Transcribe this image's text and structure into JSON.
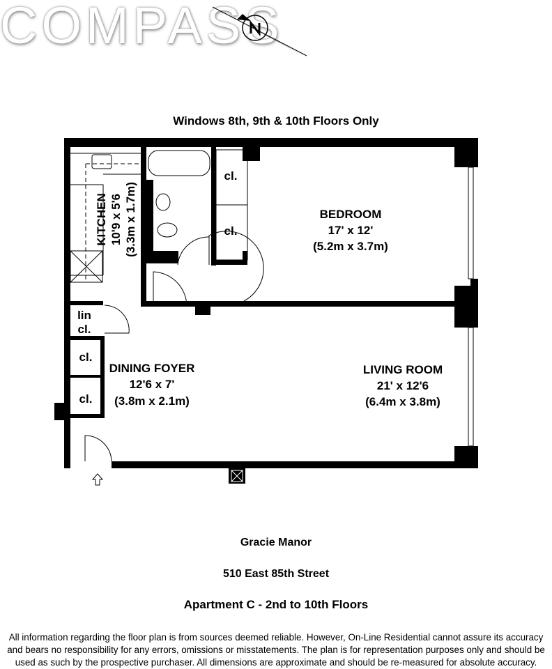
{
  "logo": {
    "text": "COMPASS"
  },
  "plan": {
    "note": "Windows 8th, 9th & 10th Floors Only",
    "rooms": {
      "bedroom": {
        "name": "BEDROOM",
        "size_ft": "17' x 12'",
        "size_m": "(5.2m x 3.7m)"
      },
      "living": {
        "name": "LIVING ROOM",
        "size_ft": "21' x 12'6",
        "size_m": "(6.4m x 3.8m)"
      },
      "dining": {
        "name": "DINING FOYER",
        "size_ft": "12'6 x 7'",
        "size_m": "(3.8m x 2.1m)"
      },
      "kitchen": {
        "name": "KITCHEN",
        "size_ft": "10'9 x 5'6",
        "size_m": "(3.3m x 1.7m)"
      }
    },
    "closets": {
      "cl": "cl.",
      "lin": "lin",
      "lin_cl": "cl."
    }
  },
  "building": {
    "name": "Gracie Manor",
    "address": "510 East 85th Street",
    "apartment": "Apartment C - 2nd to 10th Floors"
  },
  "disclaimer": [
    "All information regarding the floor plan is from sources deemed reliable.  However, On-Line Residential cannot assure its accuracy",
    "and bears no responsibility for any errors, omissions or misstatements.  The plan is for representation purposes only and should be",
    "used as such by the prospective purchaser.  All dimensions are approximate and should be re-measured for absolute accuracy."
  ]
}
